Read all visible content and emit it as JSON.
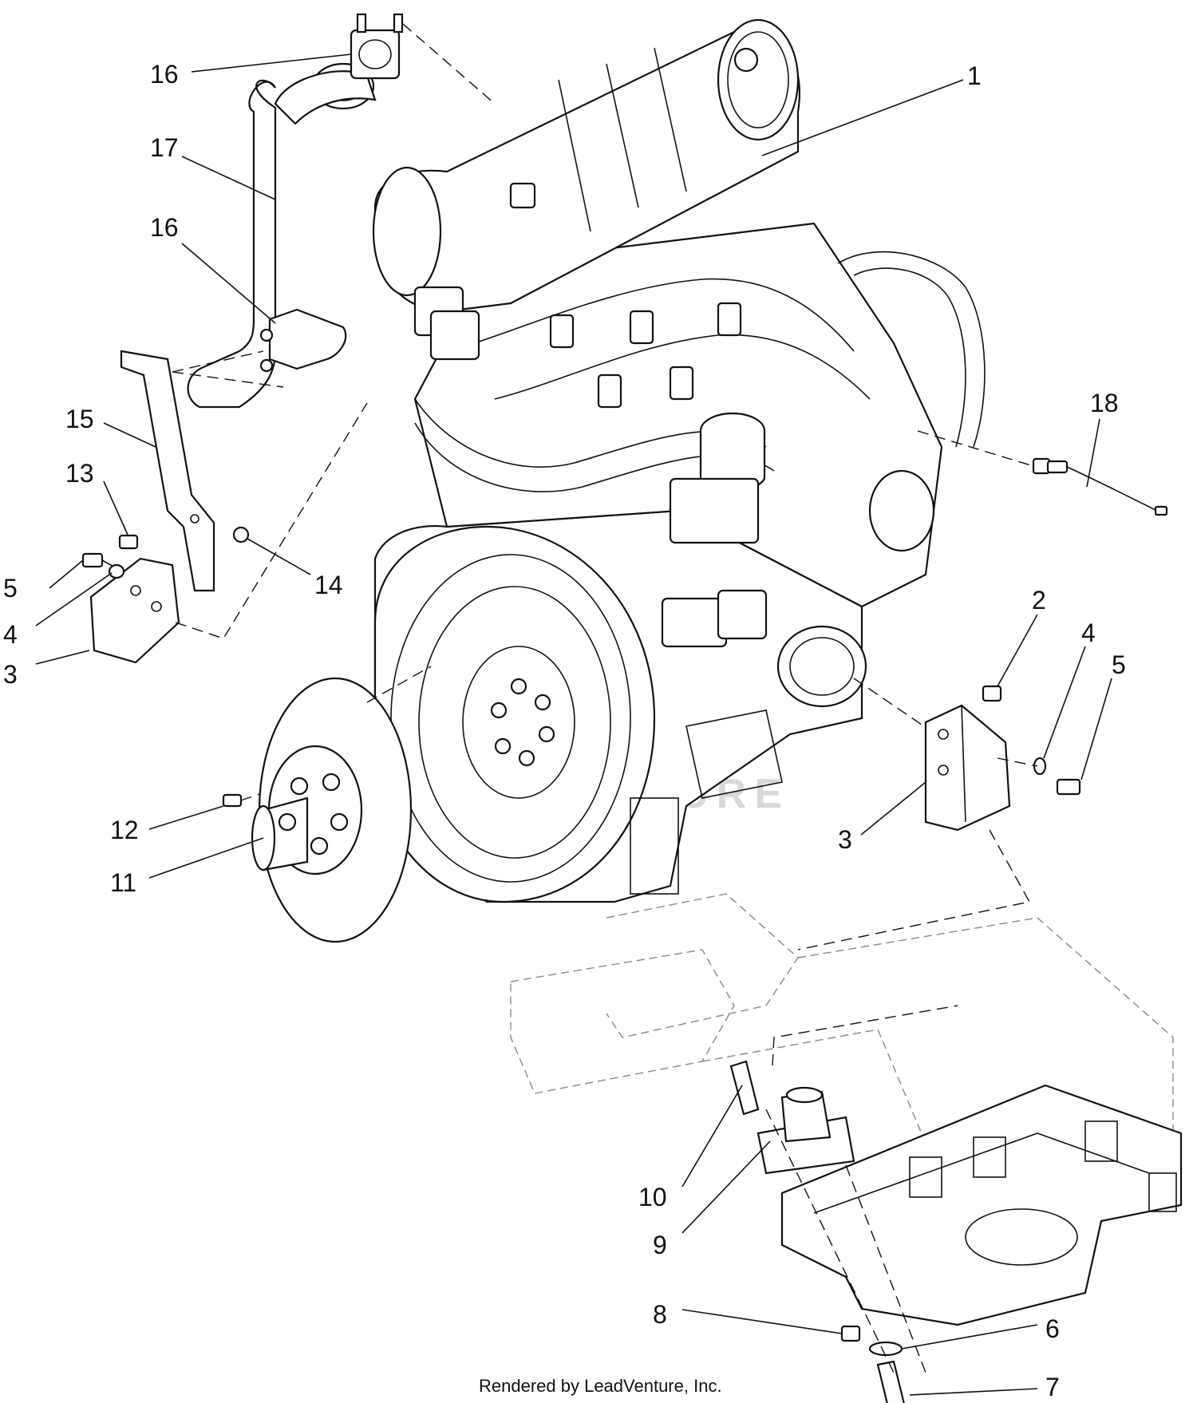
{
  "diagram": {
    "watermark": "LEADVENTURE",
    "footer": "Rendered by LeadVenture, Inc.",
    "callouts": {
      "c1": "1",
      "c2": "2",
      "c3a": "3",
      "c3b": "3",
      "c4a": "4",
      "c4b": "4",
      "c5a": "5",
      "c5b": "5",
      "c6": "6",
      "c7": "7",
      "c8": "8",
      "c9": "9",
      "c10": "10",
      "c11": "11",
      "c12": "12",
      "c13": "13",
      "c14": "14",
      "c15": "15",
      "c16a": "16",
      "c16b": "16",
      "c17": "17",
      "c18": "18"
    }
  }
}
